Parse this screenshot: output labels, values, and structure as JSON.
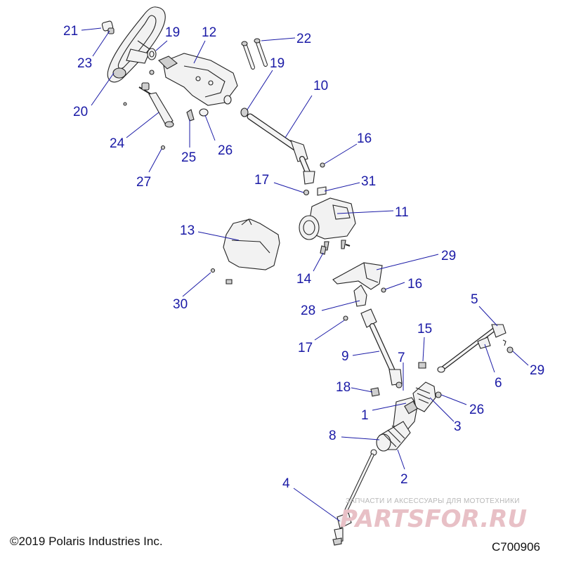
{
  "diagram": {
    "callouts": [
      {
        "id": "c21a",
        "text": "21"
      },
      {
        "id": "c19a",
        "text": "19"
      },
      {
        "id": "c12",
        "text": "12"
      },
      {
        "id": "c22",
        "text": "22"
      },
      {
        "id": "c23",
        "text": "23"
      },
      {
        "id": "c19b",
        "text": "19"
      },
      {
        "id": "c10",
        "text": "10"
      },
      {
        "id": "c20",
        "text": "20"
      },
      {
        "id": "c24",
        "text": "24"
      },
      {
        "id": "c25",
        "text": "25"
      },
      {
        "id": "c26a",
        "text": "26"
      },
      {
        "id": "c16a",
        "text": "16"
      },
      {
        "id": "c27",
        "text": "27"
      },
      {
        "id": "c17a",
        "text": "17"
      },
      {
        "id": "c31",
        "text": "31"
      },
      {
        "id": "c11",
        "text": "11"
      },
      {
        "id": "c13",
        "text": "13"
      },
      {
        "id": "c29a",
        "text": "29"
      },
      {
        "id": "c14",
        "text": "14"
      },
      {
        "id": "c16b",
        "text": "16"
      },
      {
        "id": "c30",
        "text": "30"
      },
      {
        "id": "c28",
        "text": "28"
      },
      {
        "id": "c5",
        "text": "5"
      },
      {
        "id": "c15",
        "text": "15"
      },
      {
        "id": "c17b",
        "text": "17"
      },
      {
        "id": "c9",
        "text": "9"
      },
      {
        "id": "c7",
        "text": "7"
      },
      {
        "id": "c29b",
        "text": "29"
      },
      {
        "id": "c6",
        "text": "6"
      },
      {
        "id": "c18",
        "text": "18"
      },
      {
        "id": "c26b",
        "text": "26"
      },
      {
        "id": "c1",
        "text": "1"
      },
      {
        "id": "c3",
        "text": "3"
      },
      {
        "id": "c8",
        "text": "8"
      },
      {
        "id": "c2",
        "text": "2"
      },
      {
        "id": "c4",
        "text": "4"
      }
    ]
  },
  "footer": {
    "copyright": "©2019 Polaris Industries Inc.",
    "drawing_code": "C700906"
  },
  "watermark": {
    "tagline": "ЗАПЧАСТИ И АКСЕССУАРЫ ДЛЯ МОТОТЕХНИКИ",
    "brand": "PARTSFOR.RU"
  },
  "colors": {
    "callout_blue": "#1a1aa6",
    "line": "#222222",
    "watermark_pink": "#e8c0c6"
  }
}
